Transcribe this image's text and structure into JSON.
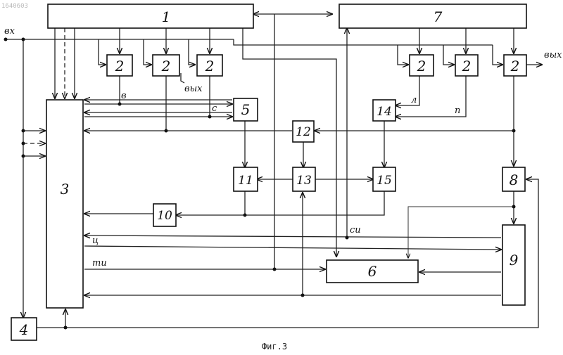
{
  "doc_id": "1640603",
  "caption": "Фиг.3",
  "blocks": {
    "b1": "1",
    "b7": "7",
    "b2a": "2",
    "b2b": "2",
    "b2c": "2",
    "b2d": "2",
    "b2e": "2",
    "b2f": "2",
    "b3": "3",
    "b4": "4",
    "b5": "5",
    "b6": "6",
    "b8": "8",
    "b9": "9",
    "b10": "10",
    "b11": "11",
    "b12": "12",
    "b13": "13",
    "b14": "14",
    "b15": "15"
  },
  "labels": {
    "input": "вх",
    "output_left": "вых",
    "output_right": "вых",
    "v": "в",
    "s": "с",
    "l": "л",
    "p": "п",
    "si": "си",
    "ts": "ц",
    "ti": "ти"
  }
}
